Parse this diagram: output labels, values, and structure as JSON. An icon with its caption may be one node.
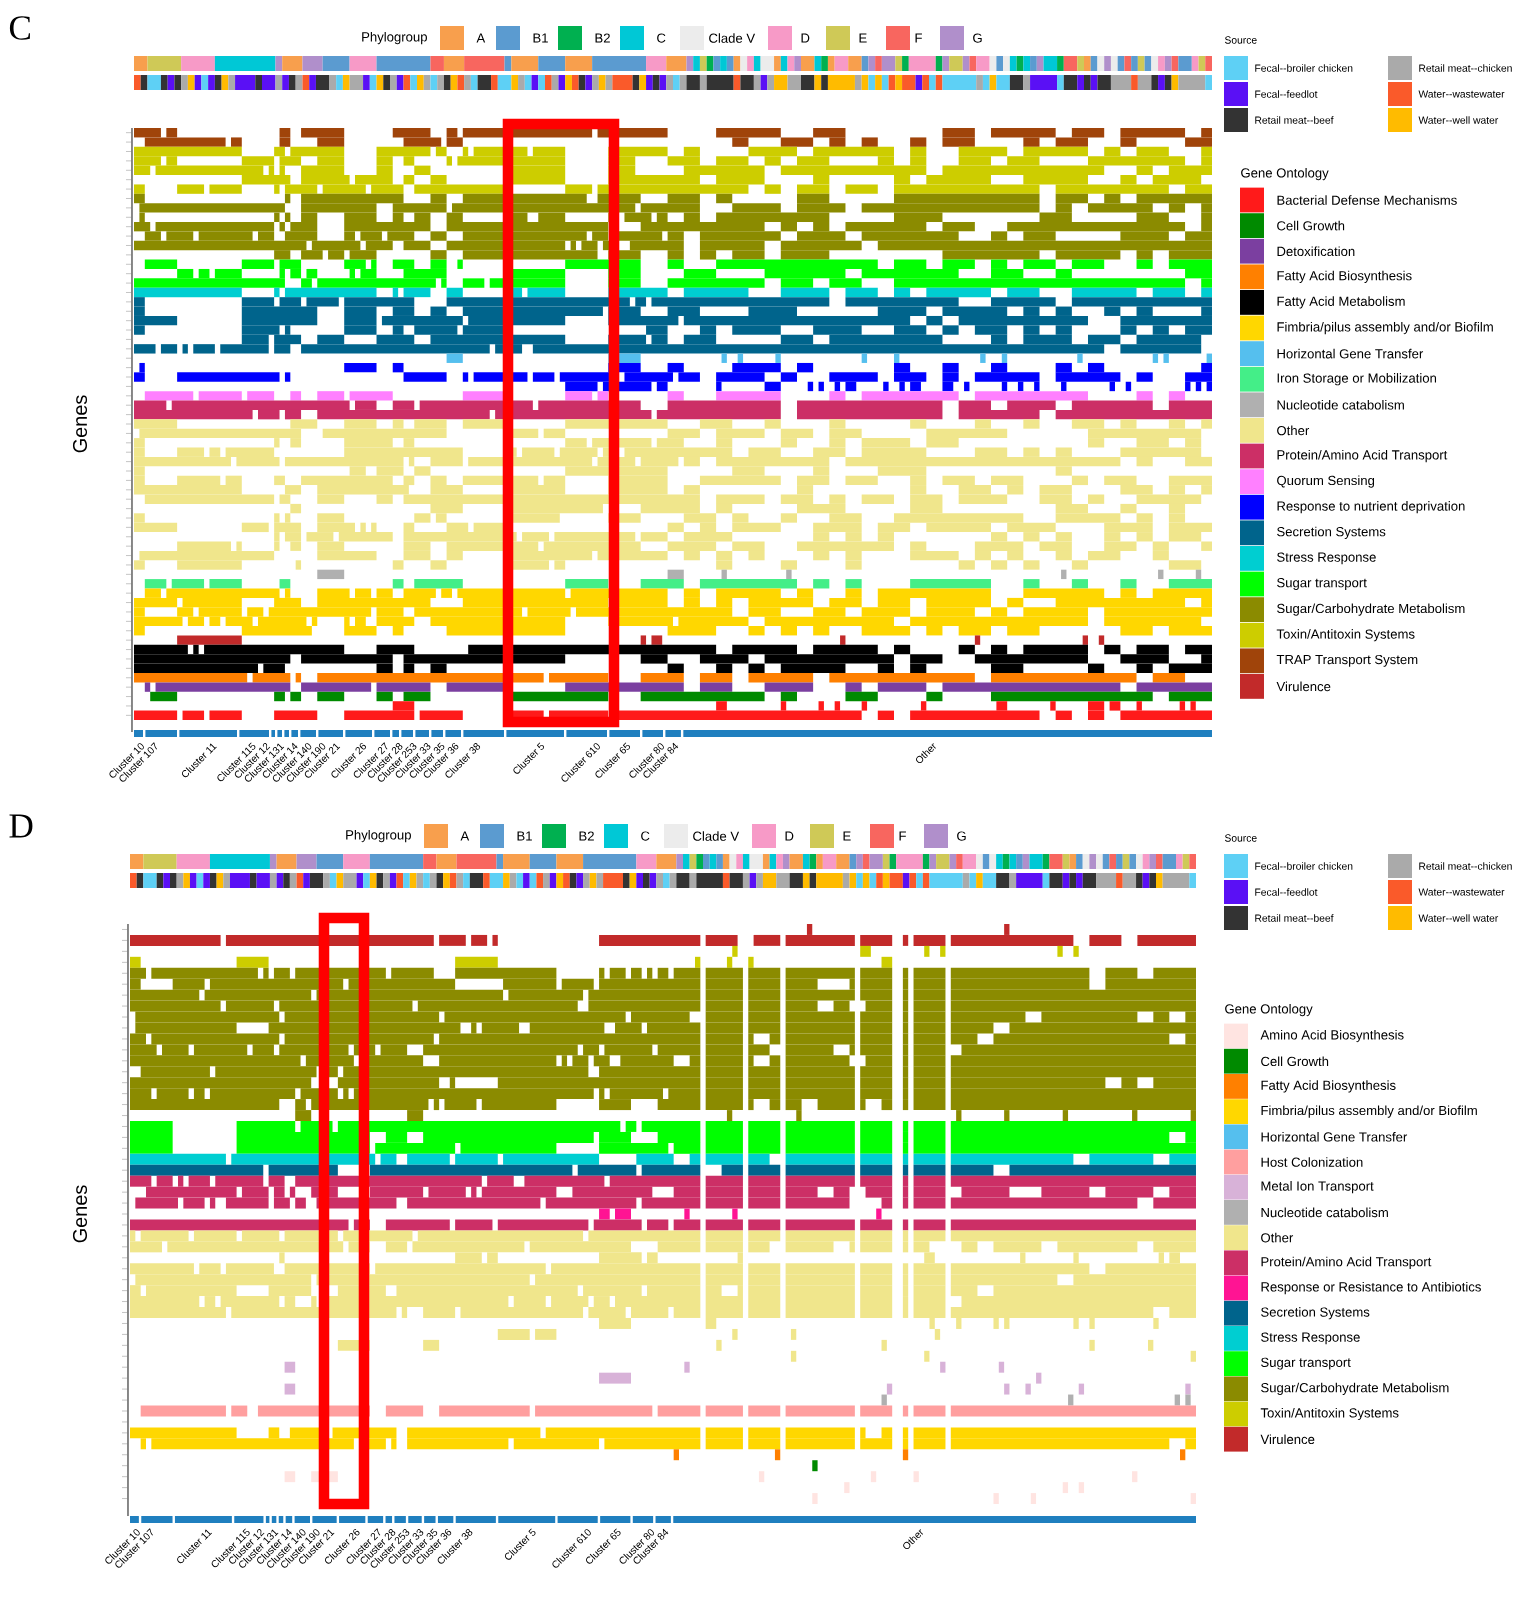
{
  "diagram": {
    "labels": [
      "C",
      "Phylogroup",
      "Source",
      "Gene Ontology",
      "Genes",
      "Cluster 10",
      "Cluster 107",
      "Cluster 11",
      "Cluster 115",
      "Cluster 12",
      "Cluster 131",
      "Cluster 14",
      "Cluster 140",
      "Cluster 190",
      "Cluster 21",
      "Cluster 26",
      "Cluster 27",
      "Cluster 28",
      "Cluster 253",
      "Cluster 33",
      "Cluster 35",
      "Cluster 36",
      "Cluster 38",
      "Cluster 5",
      "Cluster 610",
      "Cluster 65",
      "Cluster 80",
      "Cluster 84",
      "Other",
      "D",
      "Phylogroup",
      "Source",
      "Gene Ontology",
      "Genes",
      "Cluster 10",
      "Cluster 107",
      "Cluster 11",
      "Cluster 115",
      "Cluster 12",
      "Cluster 131",
      "Cluster 14",
      "Cluster 140",
      "Cluster 190",
      "Cluster 21",
      "Cluster 26",
      "Cluster 27",
      "Cluster 28",
      "Cluster 253",
      "Cluster 33",
      "Cluster 35",
      "Cluster 36",
      "Cluster 38",
      "Cluster 5",
      "Cluster 610",
      "Cluster 65",
      "Cluster 80",
      "Cluster 84",
      "Other"
    ],
    "legend": [
      {
        "text": "A",
        "color": "#f89f4d"
      },
      {
        "text": "B1",
        "color": "#5b9bd0"
      },
      {
        "text": "B2",
        "color": "#00b050"
      },
      {
        "text": "C",
        "color": "#00c8d6"
      },
      {
        "text": "Clade V",
        "color": "#ececec"
      },
      {
        "text": "D",
        "color": "#f79ac7"
      },
      {
        "text": "E",
        "color": "#cfc957"
      },
      {
        "text": "F",
        "color": "#f8665f"
      },
      {
        "text": "G",
        "color": "#b08fcb"
      },
      {
        "text": "Fecal--broiler chicken",
        "color": "#5ed0f5"
      },
      {
        "text": "Fecal--feedlot",
        "color": "#5a10f5"
      },
      {
        "text": "Retail meat--beef",
        "color": "#333333"
      },
      {
        "text": "Retail meat--chicken",
        "color": "#aaaaaa"
      },
      {
        "text": "Water--wastewater",
        "color": "#fa5a2a"
      },
      {
        "text": "Water--well water",
        "color": "#ffbb00"
      },
      {
        "text": "Bacterial Defense Mechanisms",
        "color": "#ff1a1a"
      },
      {
        "text": "Cell Growth",
        "color": "#008a00"
      },
      {
        "text": "Detoxification",
        "color": "#7b3fa0"
      },
      {
        "text": "Fatty Acid Biosynthesis",
        "color": "#ff8000"
      },
      {
        "text": "Fatty Acid Metabolism",
        "color": "#000000"
      },
      {
        "text": "Fimbria/pilus assembly and/or Biofilm",
        "color": "#ffd700"
      },
      {
        "text": "Horizontal Gene Transfer",
        "color": "#55bfee"
      },
      {
        "text": "Iron Storage or Mobilization",
        "color": "#44ee88"
      },
      {
        "text": "Nucleotide catabolism",
        "color": "#b0b0b0"
      },
      {
        "text": "Other",
        "color": "#f0e68c"
      },
      {
        "text": "Protein/Amino Acid Transport",
        "color": "#cc2f66"
      },
      {
        "text": "Quorum Sensing",
        "color": "#ff80ff"
      },
      {
        "text": "Response to nutrient deprivation",
        "color": "#0000ff"
      },
      {
        "text": "Secretion Systems",
        "color": "#00648c"
      },
      {
        "text": "Stress Response",
        "color": "#00ced1"
      },
      {
        "text": "Sugar transport",
        "color": "#00ff00"
      },
      {
        "text": "Sugar/Carbohydrate Metabolism",
        "color": "#8b8b00"
      },
      {
        "text": "Toxin/Antitoxin Systems",
        "color": "#cdcd00"
      },
      {
        "text": "TRAP Transport System",
        "color": "#a0440a"
      },
      {
        "text": "Virulence",
        "color": "#c22a2a"
      },
      {
        "text": "A",
        "color": "#f89f4d"
      },
      {
        "text": "B1",
        "color": "#5b9bd0"
      },
      {
        "text": "B2",
        "color": "#00b050"
      },
      {
        "text": "C",
        "color": "#00c8d6"
      },
      {
        "text": "Clade V",
        "color": "#ececec"
      },
      {
        "text": "D",
        "color": "#f79ac7"
      },
      {
        "text": "E",
        "color": "#cfc957"
      },
      {
        "text": "F",
        "color": "#f8665f"
      },
      {
        "text": "G",
        "color": "#b08fcb"
      },
      {
        "text": "Fecal--broiler chicken",
        "color": "#5ed0f5"
      },
      {
        "text": "Fecal--feedlot",
        "color": "#5a10f5"
      },
      {
        "text": "Retail meat--beef",
        "color": "#333333"
      },
      {
        "text": "Retail meat--chicken",
        "color": "#aaaaaa"
      },
      {
        "text": "Water--wastewater",
        "color": "#fa5a2a"
      },
      {
        "text": "Water--well water",
        "color": "#ffbb00"
      },
      {
        "text": "Amino Acid Biosynthesis",
        "color": "#ffe4e1"
      },
      {
        "text": "Cell Growth",
        "color": "#008a00"
      },
      {
        "text": "Fatty Acid Biosynthesis",
        "color": "#ff8000"
      },
      {
        "text": "Fimbria/pilus assembly and/or Biofilm",
        "color": "#ffd700"
      },
      {
        "text": "Horizontal Gene Transfer",
        "color": "#55bfee"
      },
      {
        "text": "Host Colonization",
        "color": "#ff9f9f"
      },
      {
        "text": "Metal Ion Transport",
        "color": "#d8b2d8"
      },
      {
        "text": "Nucleotide catabolism",
        "color": "#b0b0b0"
      },
      {
        "text": "Other",
        "color": "#f0e68c"
      },
      {
        "text": "Protein/Amino Acid Transport",
        "color": "#cc2f66"
      },
      {
        "text": "Response or Resistance to Antibiotics",
        "color": "#ff1493"
      },
      {
        "text": "Secretion Systems",
        "color": "#00648c"
      },
      {
        "text": "Stress Response",
        "color": "#00ced1"
      },
      {
        "text": "Sugar transport",
        "color": "#00ff00"
      },
      {
        "text": "Sugar/Carbohydrate Metabolism",
        "color": "#8b8b00"
      },
      {
        "text": "Toxin/Antitoxin Systems",
        "color": "#cdcd00"
      },
      {
        "text": "Virulence",
        "color": "#c22a2a"
      }
    ]
  }
}
